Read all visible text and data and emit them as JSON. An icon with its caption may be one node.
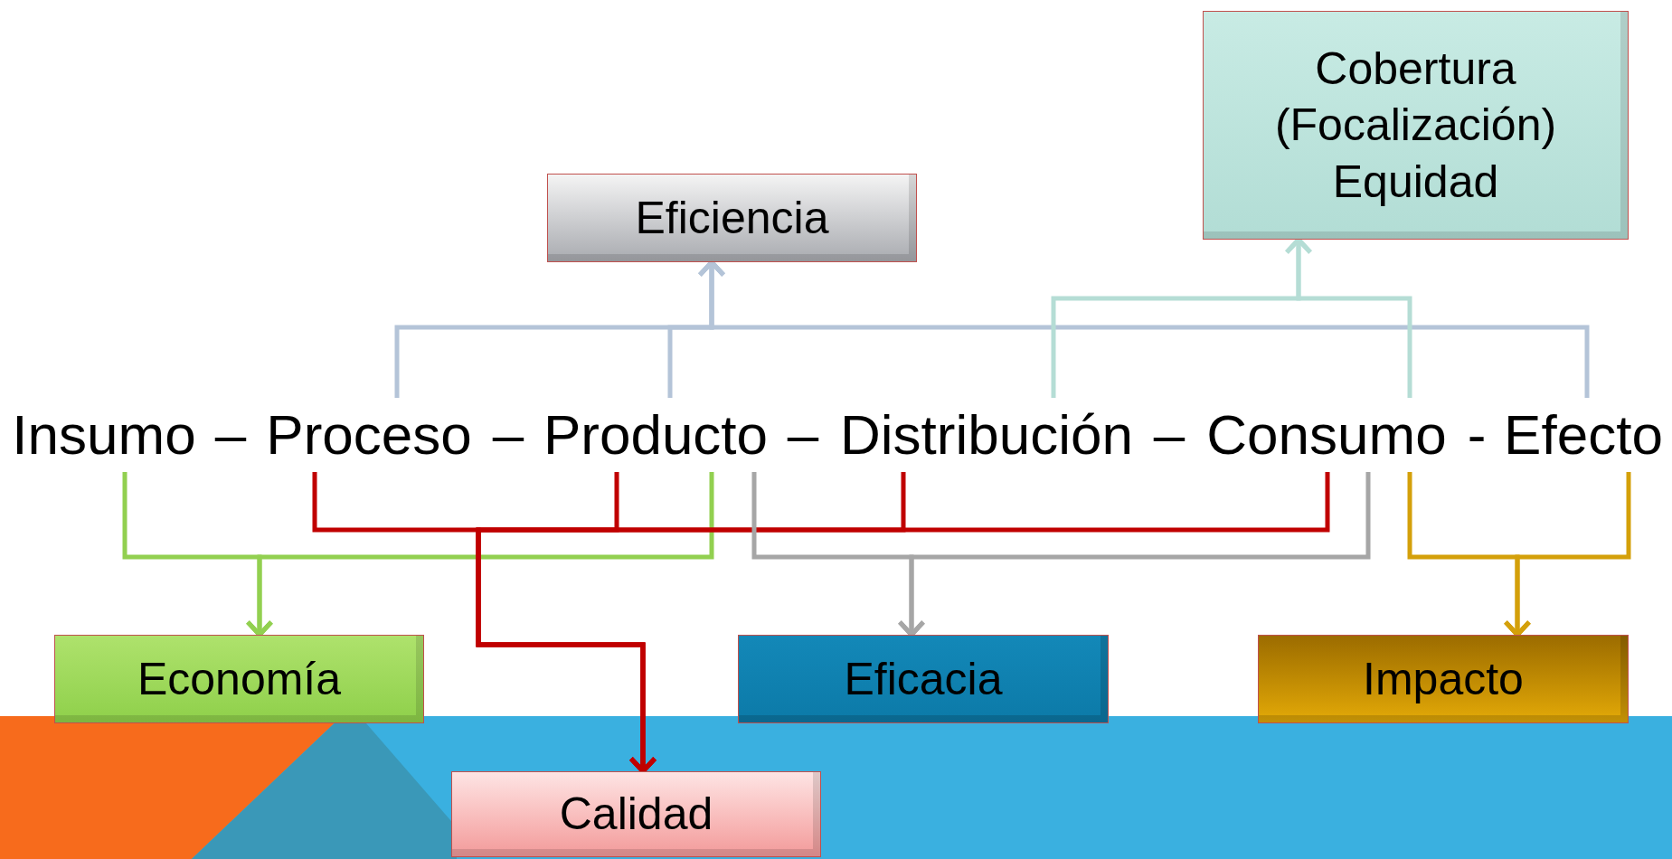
{
  "diagram": {
    "nodes": [
      {
        "text": [
          "Cobertura (Focalización) Equidad"
        ]
      },
      {
        "text": [
          "Eficiencia"
        ]
      },
      {
        "text": [
          "Insumo"
        ]
      },
      {
        "text": [
          "Proceso"
        ]
      },
      {
        "text": [
          "Producto"
        ]
      },
      {
        "text": [
          "Distribución"
        ]
      },
      {
        "text": [
          "Consumo"
        ]
      },
      {
        "text": [
          "Efecto"
        ]
      },
      {
        "text": [
          "Economía"
        ]
      },
      {
        "text": [
          "Eficacia"
        ]
      },
      {
        "text": [
          "Impacto"
        ]
      },
      {
        "text": [
          "Calidad"
        ]
      }
    ],
    "edges": [
      {
        "from": 3,
        "to": 1,
        "arrow": "to",
        "color": "#b4c4d8"
      },
      {
        "from": 4,
        "to": 1,
        "arrow": "to",
        "color": "#b4c4d8"
      },
      {
        "from": 7,
        "to": 1,
        "arrow": "to",
        "color": "#b4c4d8"
      },
      {
        "from": 5,
        "to": 0,
        "arrow": "to",
        "color": "#b5ddd5"
      },
      {
        "from": 6,
        "to": 0,
        "arrow": "to",
        "color": "#b5ddd5"
      },
      {
        "from": 2,
        "to": 8,
        "arrow": "to",
        "color": "#92d050"
      },
      {
        "from": 4,
        "to": 8,
        "arrow": "to",
        "color": "#92d050"
      },
      {
        "from": 3,
        "to": 11,
        "arrow": "to",
        "color": "#c00000"
      },
      {
        "from": 4,
        "to": 11,
        "arrow": "to",
        "color": "#c00000"
      },
      {
        "from": 5,
        "to": 11,
        "arrow": "to",
        "color": "#c00000"
      },
      {
        "from": 6,
        "to": 11,
        "arrow": "to",
        "color": "#c00000"
      },
      {
        "from": 4,
        "to": 9,
        "arrow": "to",
        "color": "#a6a6a6"
      },
      {
        "from": 6,
        "to": 9,
        "arrow": "to",
        "color": "#a6a6a6"
      },
      {
        "from": 6,
        "to": 10,
        "arrow": "to",
        "color": "#d4a00a"
      },
      {
        "from": 7,
        "to": 10,
        "arrow": "to",
        "color": "#d4a00a"
      }
    ],
    "labels": [
      "–",
      "–",
      "–",
      "–",
      "-"
    ]
  }
}
